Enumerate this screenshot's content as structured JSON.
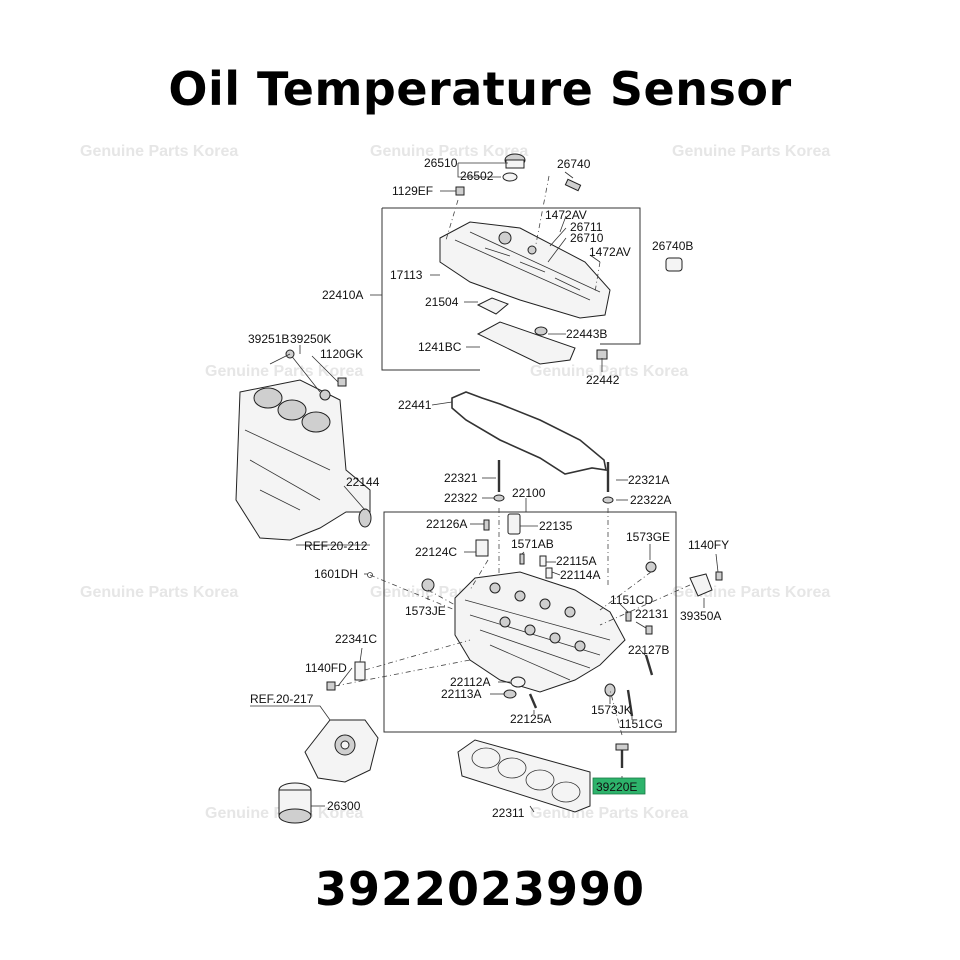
{
  "title": "Oil Temperature Sensor",
  "part_number": "3922023990",
  "watermark": "Genuine Parts Korea",
  "highlight_color": "#2db36b",
  "highlighted_label": "39220E",
  "labels": {
    "l26510": "26510",
    "l26502": "26502",
    "l26740": "26740",
    "l1129EF": "1129EF",
    "l1472AV_a": "1472AV",
    "l26711": "26711",
    "l26710": "26710",
    "l1472AV_b": "1472AV",
    "l26740B": "26740B",
    "l17113": "17113",
    "l22410A": "22410A",
    "l21504": "21504",
    "l22443B": "22443B",
    "l1241BC": "1241BC",
    "l22442": "22442",
    "l39251B": "39251B",
    "l39250K": "39250K",
    "l1120GK": "1120GK",
    "l22441": "22441",
    "l22321": "22321",
    "l22321A": "22321A",
    "l22322": "22322",
    "l22322A": "22322A",
    "l22100": "22100",
    "l22144": "22144",
    "l22126A": "22126A",
    "l22135": "22135",
    "l1573GE": "1573GE",
    "l1140FY": "1140FY",
    "lREF212": "REF.20-212",
    "l22124C": "22124C",
    "l1571AB": "1571AB",
    "l22115A": "22115A",
    "l22114A": "22114A",
    "l1601DH": "1601DH",
    "l1573JE": "1573JE",
    "l1151CD": "1151CD",
    "l22131": "22131",
    "l39350A": "39350A",
    "l22341C": "22341C",
    "l22127B": "22127B",
    "l1140FD": "1140FD",
    "l22112A": "22112A",
    "l22113A": "22113A",
    "l1573JK": "1573JK",
    "lREF217": "REF.20-217",
    "l22125A": "22125A",
    "l1151CG": "1151CG",
    "l39220E": "39220E",
    "l26300": "26300",
    "l22311": "22311"
  }
}
